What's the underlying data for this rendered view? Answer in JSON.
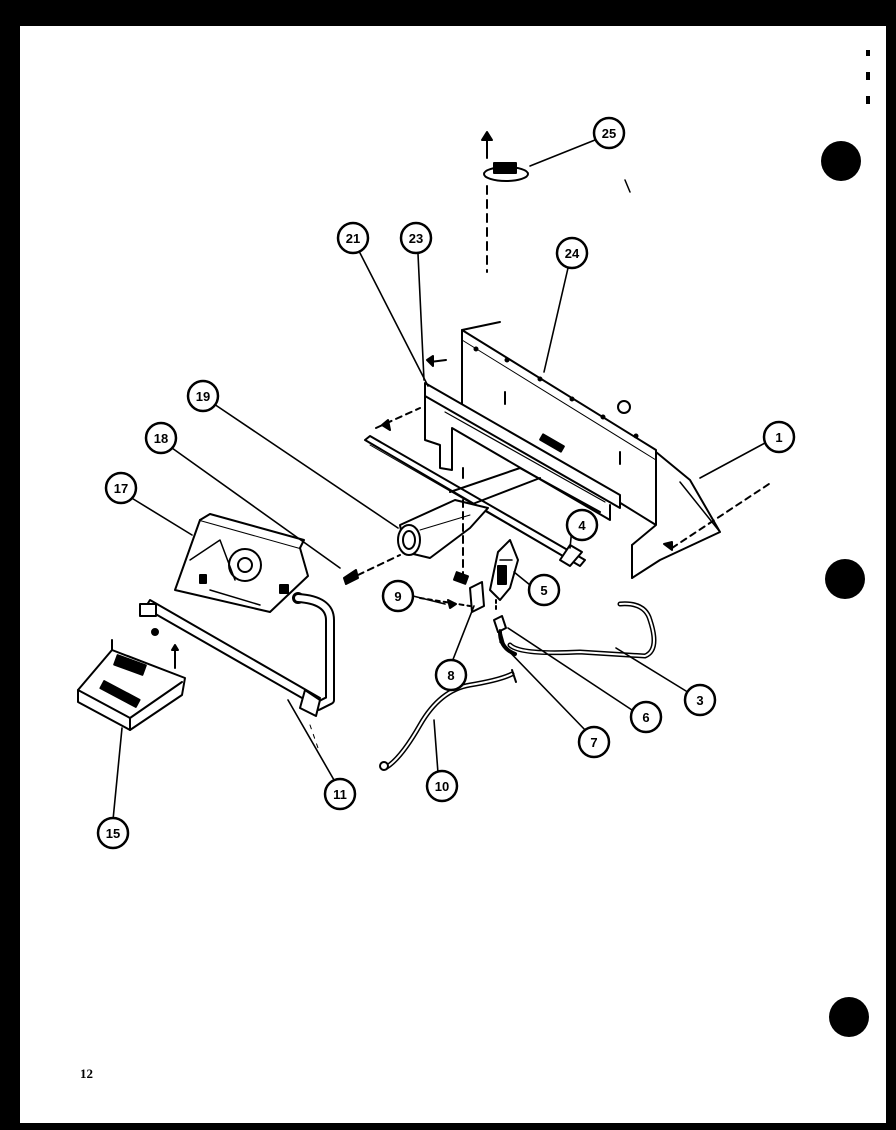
{
  "page_number": "12",
  "colors": {
    "ink": "#000000",
    "paper": "#ffffff"
  },
  "callouts": [
    {
      "id": "callout-25",
      "label": "25"
    },
    {
      "id": "callout-21",
      "label": "21"
    },
    {
      "id": "callout-23",
      "label": "23"
    },
    {
      "id": "callout-24",
      "label": "24"
    },
    {
      "id": "callout-1",
      "label": "1"
    },
    {
      "id": "callout-19",
      "label": "19"
    },
    {
      "id": "callout-18",
      "label": "18"
    },
    {
      "id": "callout-17",
      "label": "17"
    },
    {
      "id": "callout-4",
      "label": "4"
    },
    {
      "id": "callout-5",
      "label": "5"
    },
    {
      "id": "callout-9",
      "label": "9"
    },
    {
      "id": "callout-8",
      "label": "8"
    },
    {
      "id": "callout-3",
      "label": "3"
    },
    {
      "id": "callout-6",
      "label": "6"
    },
    {
      "id": "callout-7",
      "label": "7"
    },
    {
      "id": "callout-11",
      "label": "11"
    },
    {
      "id": "callout-10",
      "label": "10"
    },
    {
      "id": "callout-15",
      "label": "15"
    }
  ]
}
